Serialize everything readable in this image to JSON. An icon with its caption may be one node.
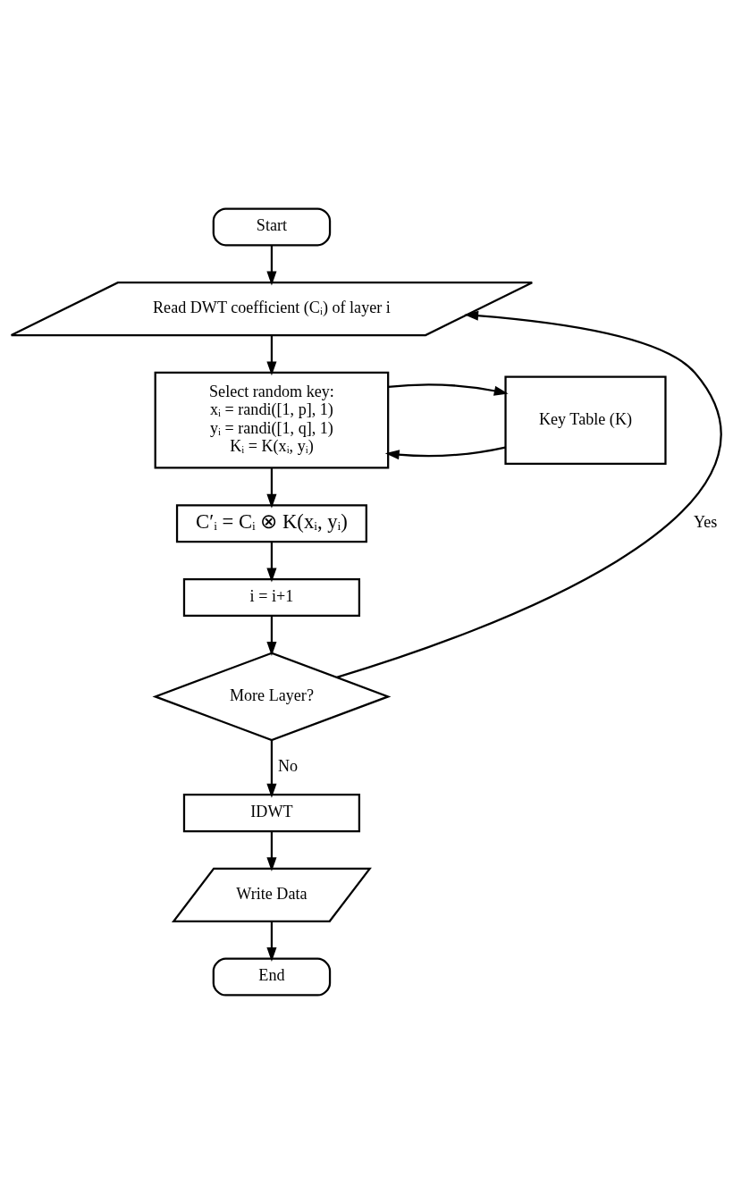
{
  "diagram": {
    "nodes": [
      {
        "text": [
          "Start"
        ]
      },
      {
        "text": [
          "Read DWT coefficient (Cᵢ) of layer i"
        ]
      },
      {
        "text": [
          "Select random key:",
          "xᵢ = randi([1, p], 1)",
          "yᵢ = randi([1, q], 1)",
          "Kᵢ = K(xᵢ, yᵢ)"
        ]
      },
      {
        "text": [
          "Key Table (K)"
        ]
      },
      {
        "text": [
          "C′ᵢ = Cᵢ ⊗ K(xᵢ, yᵢ)"
        ]
      },
      {
        "text": [
          "i = i+1"
        ]
      },
      {
        "text": [
          "More Layer?"
        ]
      },
      {
        "text": [
          "IDWT"
        ]
      },
      {
        "text": [
          "Write Data"
        ]
      },
      {
        "text": [
          "End"
        ]
      }
    ],
    "edges": [
      {
        "from": 0,
        "to": 1,
        "arrow": "to"
      },
      {
        "from": 1,
        "to": 2,
        "arrow": "to"
      },
      {
        "from": 3,
        "to": 2,
        "arrow": "to"
      },
      {
        "from": 2,
        "to": 3,
        "arrow": "to"
      },
      {
        "from": 2,
        "to": 4,
        "arrow": "to"
      },
      {
        "from": 4,
        "to": 5,
        "arrow": "to"
      },
      {
        "from": 5,
        "to": 6,
        "arrow": "to"
      },
      {
        "from": 6,
        "to": 1,
        "arrow": "to",
        "label": "Yes"
      },
      {
        "from": 6,
        "to": 7,
        "arrow": "to",
        "label": "No"
      },
      {
        "from": 7,
        "to": 8,
        "arrow": "to"
      },
      {
        "from": 8,
        "to": 9,
        "arrow": "to"
      }
    ]
  }
}
